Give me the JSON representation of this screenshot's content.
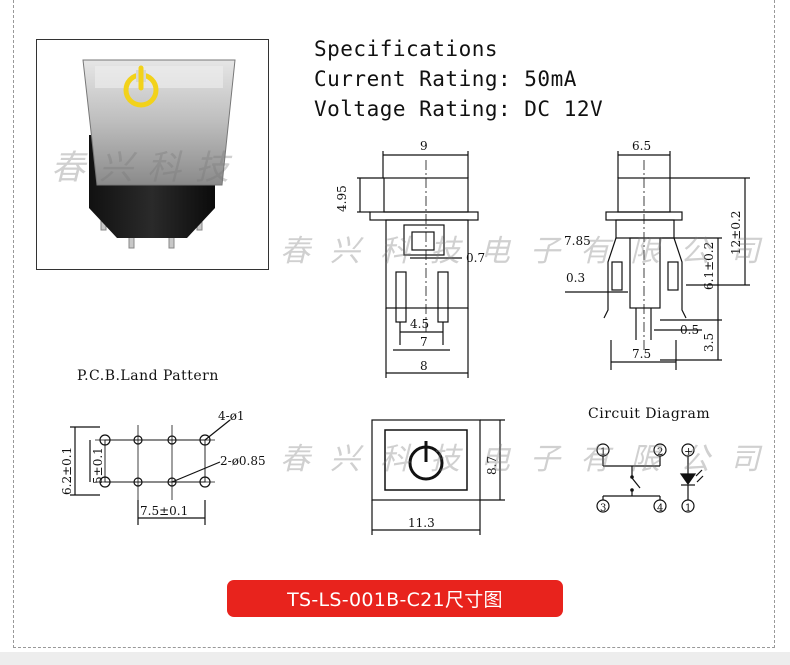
{
  "specs": {
    "title": "Specifications",
    "current": "Current Rating: 50mA",
    "voltage": "Voltage Rating: DC 12V"
  },
  "watermark": {
    "photo": "春兴科技",
    "drawing": "春兴科技电子有限公司"
  },
  "front_view": {
    "width": "9",
    "cap_height": "4.95",
    "pin_gap": "0.7",
    "pin_span_inner": "4.5",
    "pin_span": "7",
    "body_width": "8"
  },
  "side_view": {
    "width": "6.5",
    "overall_height": "12±0.2",
    "d1": "7.85",
    "d2": "6.1±0.2",
    "d3": "0.3",
    "d4": "0.5",
    "pin_length": "3.5",
    "body_width": "7.5"
  },
  "pcb": {
    "label": "P.C.B.Land Pattern",
    "hole_large": "4-ø1",
    "hole_small": "2-ø0.85",
    "height_outer": "6.2±0.1",
    "height_inner": "5±0.1",
    "width": "7.5±0.1"
  },
  "top_view": {
    "width": "11.3",
    "height": "8.7"
  },
  "circuit": {
    "label": "Circuit Diagram",
    "pins": [
      "1",
      "2",
      "3",
      "4"
    ],
    "plus": "+"
  },
  "banner": "TS-LS-001B-C21尺寸图"
}
